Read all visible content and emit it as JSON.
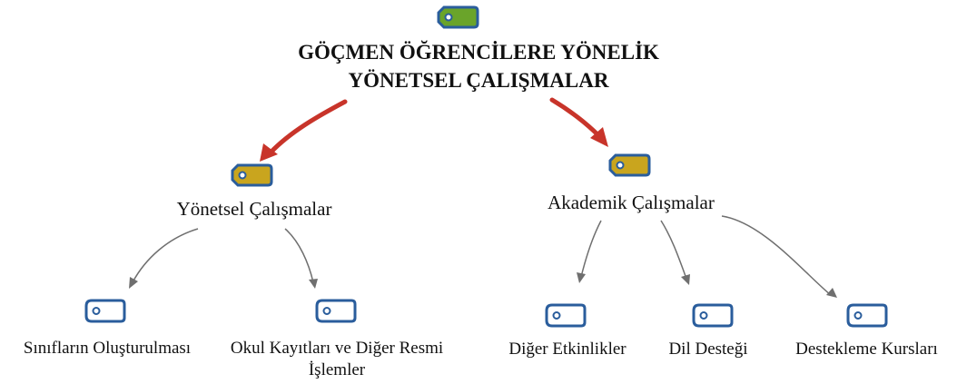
{
  "root": {
    "title_line1": "GÖÇMEN ÖĞRENCİLERE YÖNELİK",
    "title_line2": "YÖNETSEL ÇALIŞMALAR",
    "icon": "tag-icon",
    "color": "#6aa42a"
  },
  "branches": [
    {
      "label": "Yönetsel Çalışmalar",
      "icon": "tag-icon",
      "color": "#c9a51e",
      "children": [
        {
          "label": "Sınıfların Oluşturulması",
          "icon": "tag-icon"
        },
        {
          "label_line1": "Okul Kayıtları ve Diğer Resmi",
          "label_line2": "İşlemler",
          "icon": "tag-icon"
        }
      ]
    },
    {
      "label": "Akademik Çalışmalar",
      "icon": "tag-icon",
      "color": "#c9a51e",
      "children": [
        {
          "label": "Diğer Etkinlikler",
          "icon": "tag-icon"
        },
        {
          "label": "Dil Desteği",
          "icon": "tag-icon"
        },
        {
          "label": "Destekleme Kursları",
          "icon": "tag-icon"
        }
      ]
    }
  ],
  "colors": {
    "tag_border": "#2a5d9c",
    "leaf_fill": "#ffffff",
    "red_arrow": "#c8342a",
    "grey_arrow": "#6f6f6f"
  }
}
